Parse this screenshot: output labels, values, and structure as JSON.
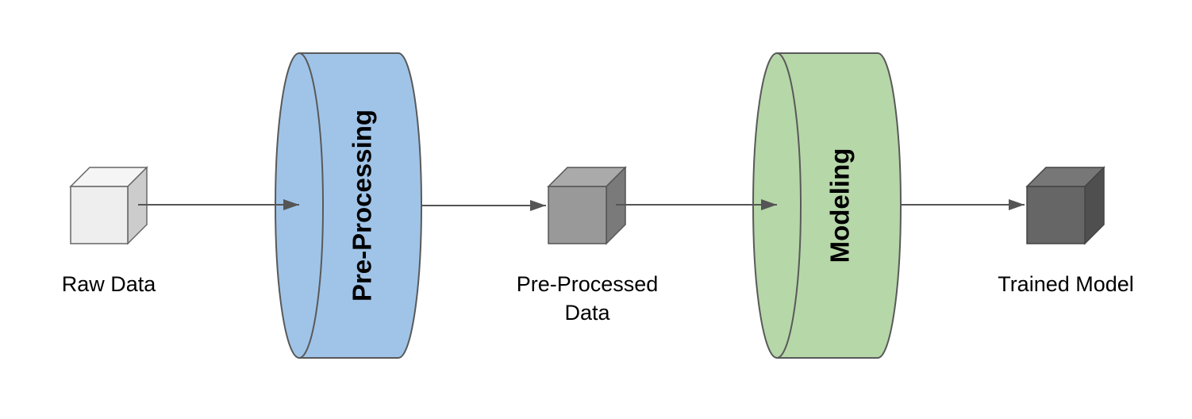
{
  "diagram": {
    "nodes": {
      "raw_data": {
        "label": "Raw Data",
        "color": "#eeeeee"
      },
      "preprocessed_data": {
        "label_line1": "Pre-Processed",
        "label_line2": "Data",
        "color": "#999999"
      },
      "trained_model": {
        "label": "Trained Model",
        "color": "#666666"
      }
    },
    "stages": {
      "preprocessing": {
        "label": "Pre-Processing",
        "color": "#a0c4e8"
      },
      "modeling": {
        "label": "Modeling",
        "color": "#b6d7a8"
      }
    },
    "edge_color": "#555555",
    "outline_color": "#595959"
  }
}
